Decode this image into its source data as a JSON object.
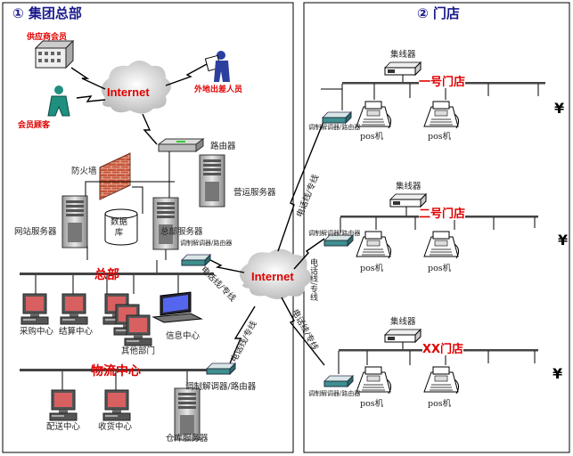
{
  "left_panel": {
    "title": "① 集团总部",
    "supplier_label": "供应商会员",
    "member_label": "会员顾客",
    "remote_label": "外地出差人员",
    "internet_label": "Internet",
    "router_label": "路由器",
    "firewall_label": "防火墙",
    "ops_server_label": "营运服务器",
    "web_server_label": "网站服务器",
    "database_label": "数据\n库",
    "hq_server_label": "总部服务器",
    "modem_label": "调制解调器/路由器",
    "hq_bus_label": "总部",
    "line1_label": "电话线/专线",
    "internet2_label": "Internet",
    "purchase_label": "采购中心",
    "settle_label": "结算中心",
    "other_label": "其他部门",
    "info_label": "信息中心",
    "logistics_label": "物流中心",
    "line2_label": "电话线/专线",
    "modem2_label": "调制解调器/路由器",
    "dispatch_label": "配送中心",
    "receive_label": "收货中心",
    "warehouse_label": "仓库服务器"
  },
  "right_panel": {
    "title": "② 门店",
    "stores": [
      {
        "hub_label": "集线器",
        "name": "一号门店",
        "modem_label": "调制解调器/路由器",
        "pos1": "pos机",
        "pos2": "pos机",
        "currency": "¥",
        "line_label": "电话线/专线"
      },
      {
        "hub_label": "集线器",
        "name": "二号门店",
        "modem_label": "调制解调器/路由器",
        "pos1": "pos机",
        "pos2": "pos机",
        "currency": "¥",
        "line_label": "电话线/专线"
      },
      {
        "hub_label": "集线器",
        "name": "XX门店",
        "modem_label": "调制解调器/路由器",
        "pos1": "pos机",
        "pos2": "pos机",
        "currency": "¥",
        "line_label": "电话线/专线"
      }
    ]
  }
}
